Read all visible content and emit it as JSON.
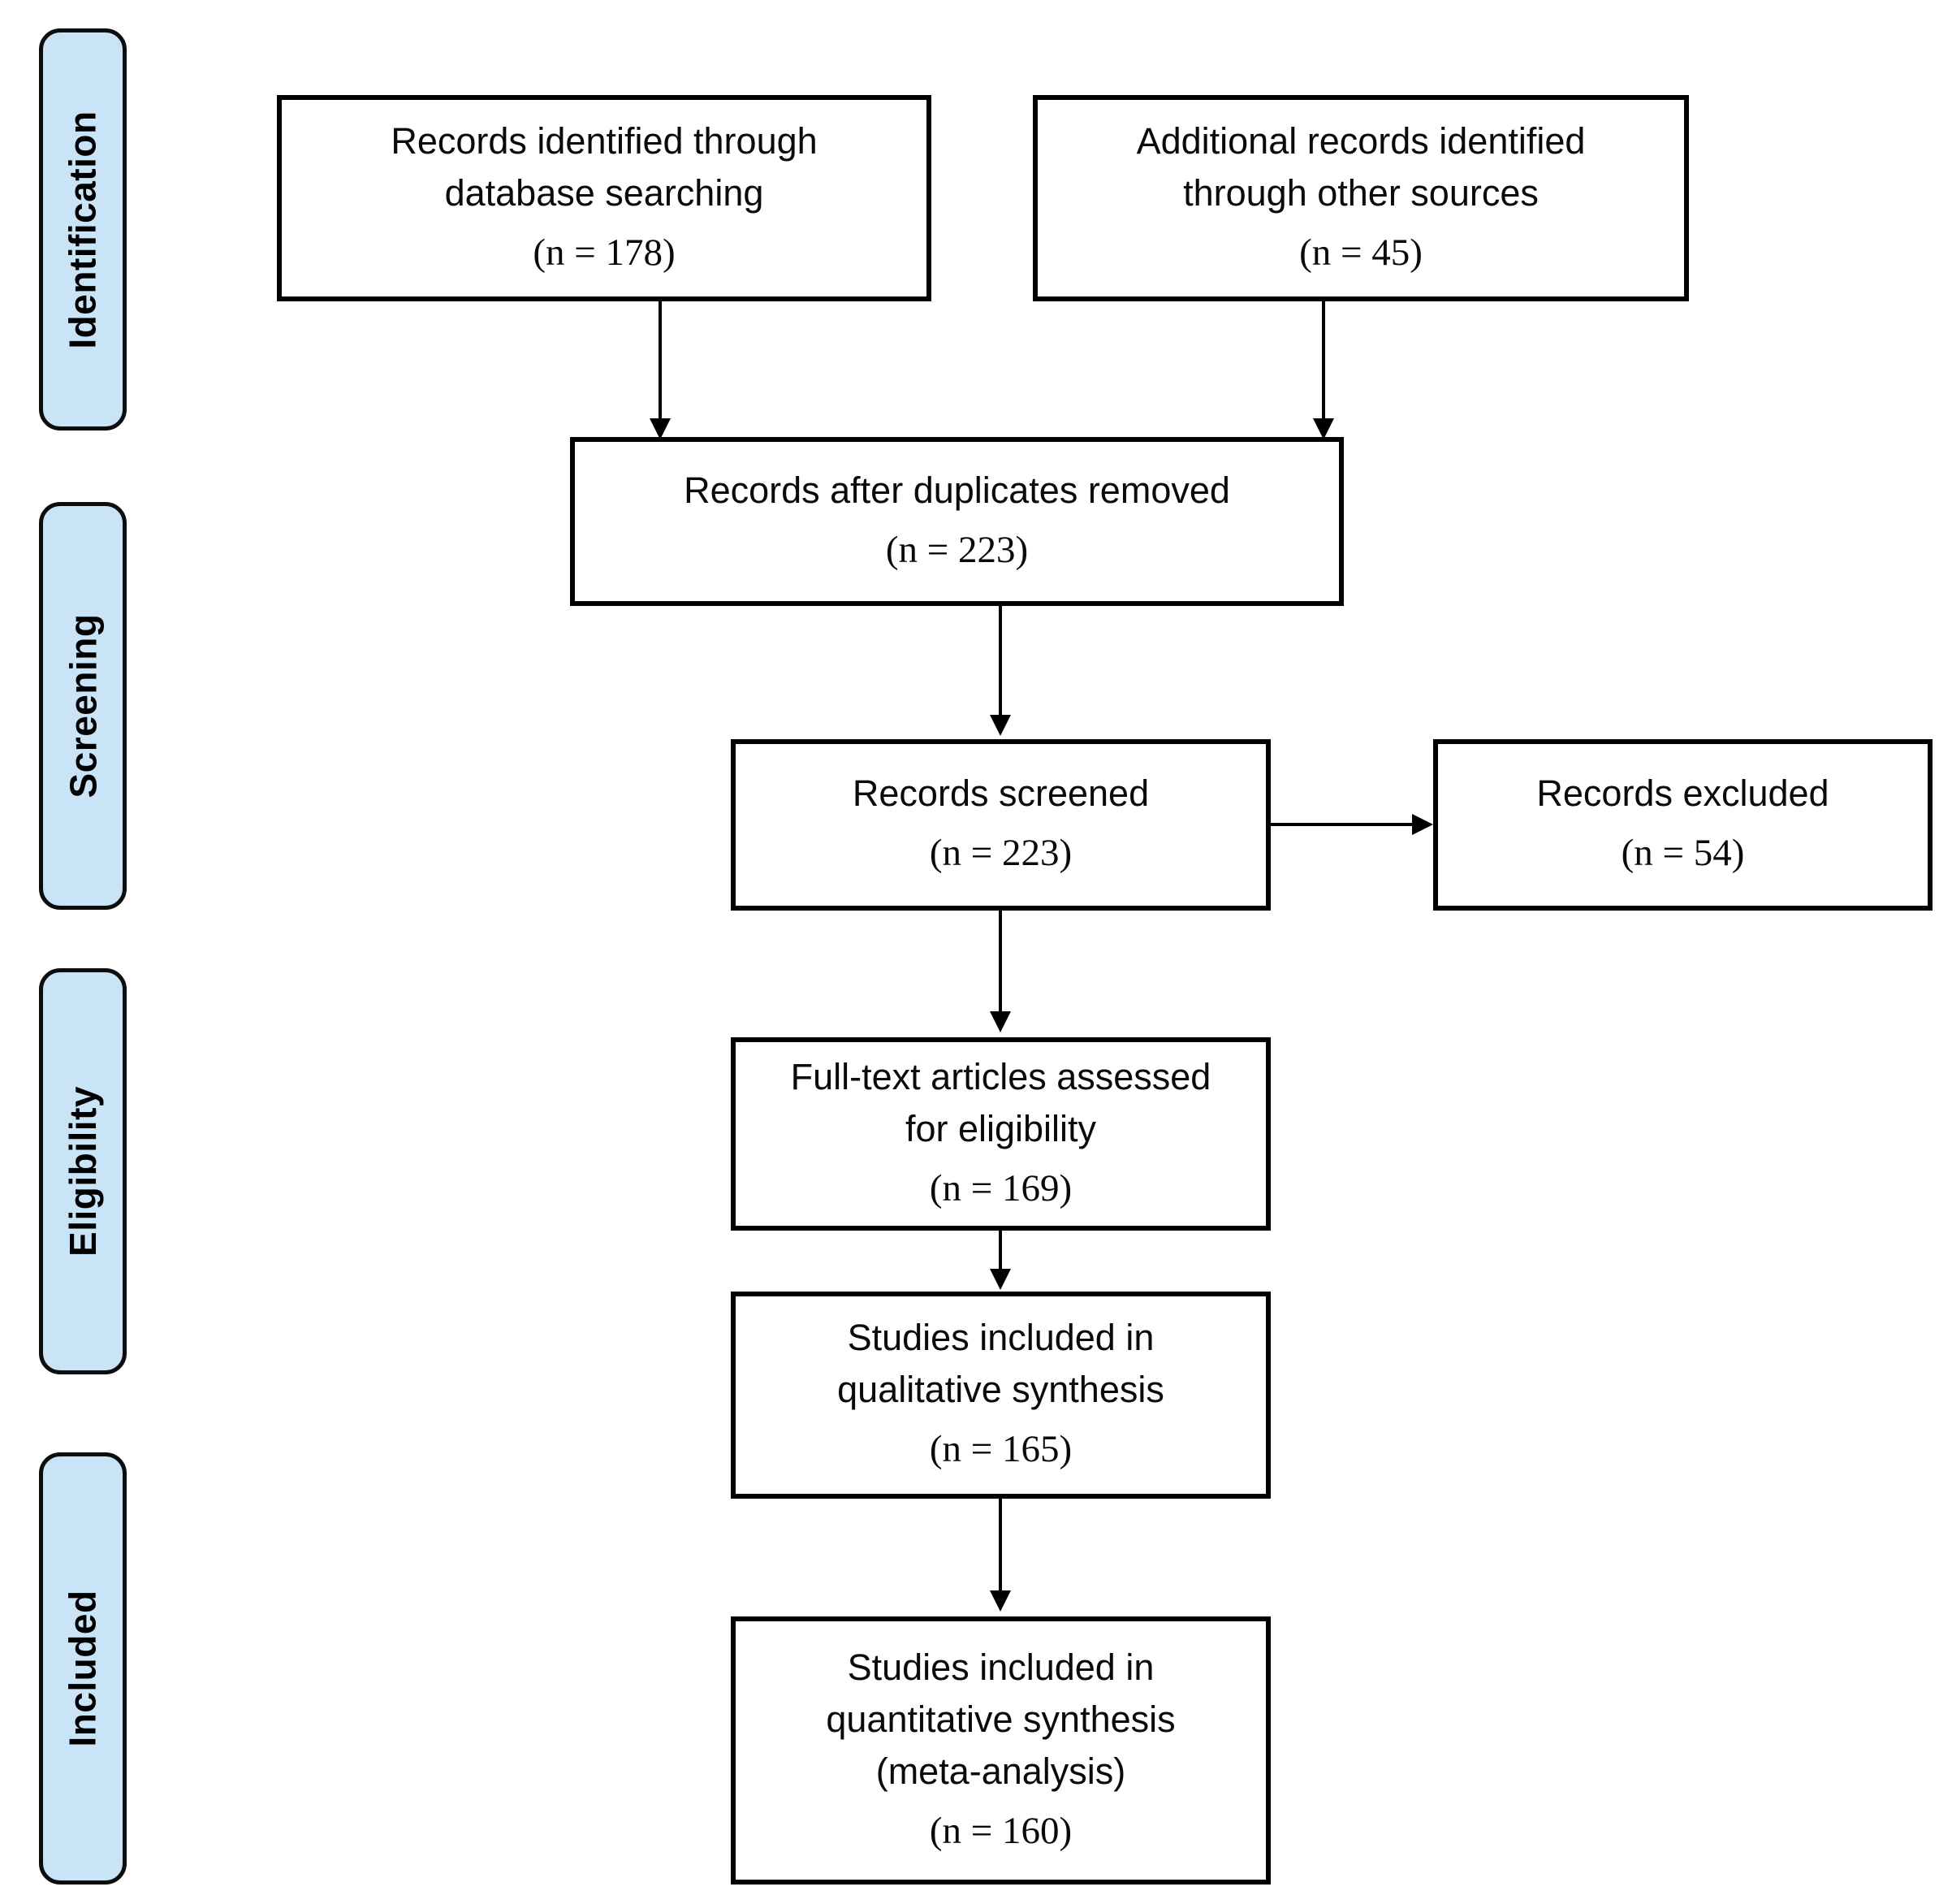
{
  "diagram": {
    "type": "prisma-flow-diagram",
    "accent_color": "#c9e3f7",
    "border_color": "#000000",
    "background_color": "#ffffff"
  },
  "stages": [
    {
      "label": "Identification"
    },
    {
      "label": "Screening"
    },
    {
      "label": "Eligibility"
    },
    {
      "label": "Included"
    }
  ],
  "boxes": {
    "records_database": {
      "line1": "Records identified through",
      "line2": "database searching",
      "count": "(n = 178)",
      "n": 178
    },
    "records_other": {
      "line1": "Additional records identified",
      "line2": "through other sources",
      "count": "(n = 45)",
      "n": 45
    },
    "duplicates_removed": {
      "line1": "Records after duplicates removed",
      "count": "(n = 223)",
      "n": 223
    },
    "records_screened": {
      "line1": "Records screened",
      "count": "(n = 223)",
      "n": 223
    },
    "records_excluded": {
      "line1": "Records excluded",
      "count": "(n = 54)",
      "n": 54
    },
    "fulltext_assessed": {
      "line1": "Full-text articles assessed",
      "line2": "for eligibility",
      "count": "(n = 169)",
      "n": 169
    },
    "qualitative_synthesis": {
      "line1": "Studies included in",
      "line2": "qualitative synthesis",
      "count": "(n = 165)",
      "n": 165
    },
    "quantitative_synthesis": {
      "line1": "Studies included in",
      "line2": "quantitative synthesis",
      "line3": "(meta-analysis)",
      "count": "(n = 160)",
      "n": 160
    }
  }
}
